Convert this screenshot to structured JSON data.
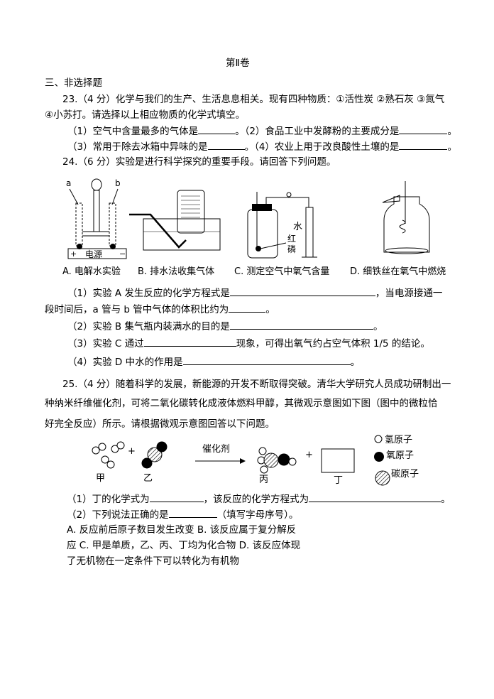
{
  "volume_title": "第Ⅱ卷",
  "section_title": "三、非选择题",
  "q23": {
    "stem": "23.（4 分）化学与我们的生产、生活息息相关。现有四种物质：①活性炭 ②熟石灰 ③氮气",
    "stem2": "④小苏打。请选择以上相应物质的化学式填空。",
    "l1_a": "（1）空气中含量最多的气体是",
    "l1_b": "。（2）食品工业中发酵粉的主要成分是",
    "l1_c": "。",
    "l2_a": "（3）常用于除去冰箱中异味的是",
    "l2_b": "。（4）农业上用于改良酸性土壤的是",
    "l2_c": "。"
  },
  "q24": {
    "stem": "24.（6 分）实验是进行科学探究的重要手段。请回答下列问题。",
    "figures": {
      "A": "A. 电解水实验",
      "B": "B. 排水法收集气体",
      "C": "C. 测定空气中氧气含量",
      "D": "D. 细铁丝在氧气中燃烧",
      "label_a": "a",
      "label_b": "b",
      "power": "电源",
      "plus": "+",
      "minus": "−",
      "water": "水",
      "red_p1": "红",
      "red_p2": "磷"
    },
    "p1_a": "（1）实验 A 发生反应的化学方程式是",
    "p1_b": "，当电源接通一",
    "p1_c": "段时间后，a 管与 b 管中气体的体积比约为",
    "p1_d": "。",
    "p2_a": "（2）实验 B 集气瓶内装满水的目的是",
    "p2_b": "。",
    "p3_a": "（3）实验 C 通过",
    "p3_b": "现象，可得出氧气约占空气体积 1/5 的结论。",
    "p4_a": "（4）实验 D 中水的作用是",
    "p4_b": "。"
  },
  "q25": {
    "stem1": "25.（4 分）随着科学的发展，新能源的开发不断取得突破。清华大学研究人员成功研制出一",
    "stem2": "种纳米纤维催化剂，可将二氧化碳转化成液体燃料甲醇，其微观示意图如下图（图中的微粒恰",
    "stem3": "好完全反应）所示。请根据微观示意图回答以下问题。",
    "diagram": {
      "jia": "甲",
      "yi": "乙",
      "bing": "丙",
      "ding": "丁",
      "catalyst": "催化剂",
      "plus": "+",
      "legend_h": "氢原子",
      "legend_o": "氧原子",
      "legend_c": "碳原子"
    },
    "p1_a": "（1）丁的化学式为",
    "p1_b": "，该反应的化学方程式为",
    "p1_c": "。",
    "p2_a": "（2）下列说法正确的是",
    "p2_b": "（填写字母序号）。",
    "opt1": "A. 反应前后原子数目发生改变 B. 该反应属于复分解反",
    "opt2": "应 C. 甲是单质，乙、丙、丁均为化合物 D. 该反应体现",
    "opt3": "了无机物在一定条件下可以转化为有机物"
  }
}
